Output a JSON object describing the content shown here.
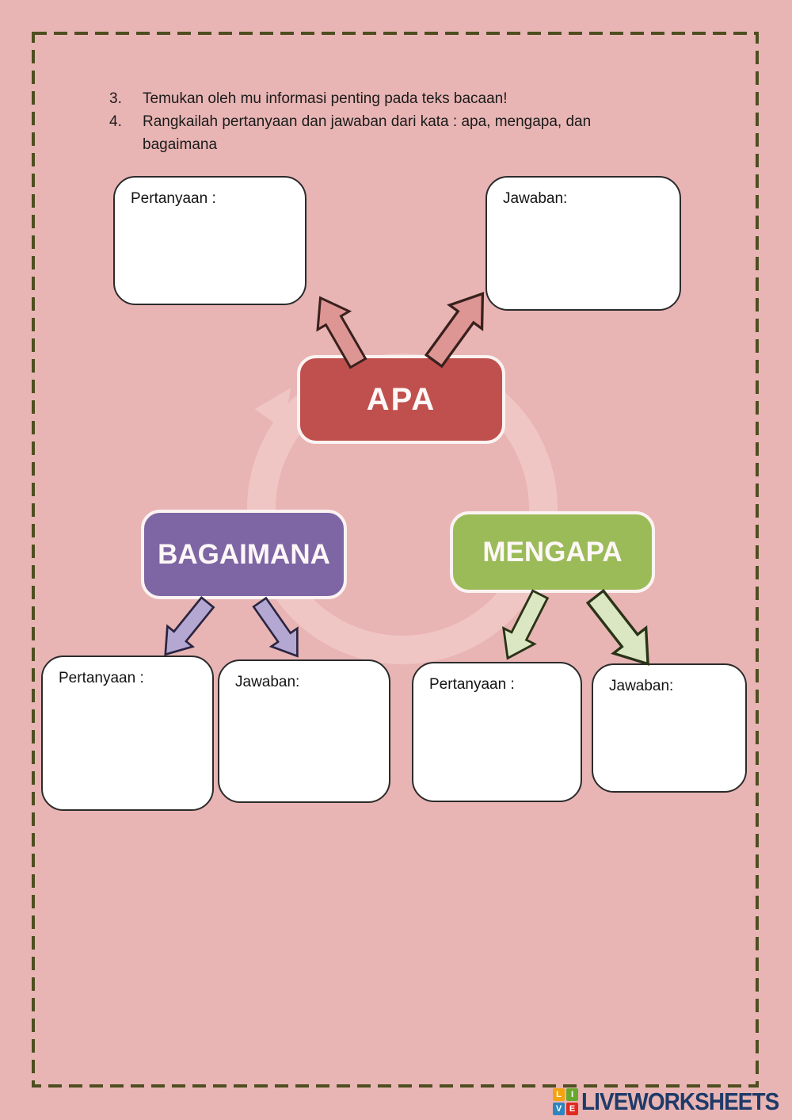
{
  "colors": {
    "background": "#e8b5b4",
    "frame": "#4e4e20",
    "ring": "#f0c6c5",
    "node_apa": "#c0504d",
    "node_bagaimana": "#7e66a4",
    "node_mengapa": "#9bbb59",
    "arrow_apa_fill": "#dd9693",
    "arrow_apa_stroke": "#39201d",
    "arrow_bagaimana_fill": "#b4a8d2",
    "arrow_bagaimana_stroke": "#2a2440",
    "arrow_mengapa_fill": "#dbe6c3",
    "arrow_mengapa_stroke": "#2a3317",
    "brand_text": "#1e3a68"
  },
  "instructions": {
    "items": [
      {
        "number": "3.",
        "lines": [
          "Temukan oleh mu informasi penting pada teks bacaan!"
        ]
      },
      {
        "number": "4.",
        "lines": [
          "Rangkailah pertanyaan  dan jawaban dari kata : apa, mengapa, dan",
          "bagaimana"
        ]
      }
    ]
  },
  "diagram": {
    "nodes": [
      {
        "id": "apa",
        "label": "APA",
        "color": "#c0504d"
      },
      {
        "id": "bagaimana",
        "label": "BAGAIMANA",
        "color": "#7e66a4"
      },
      {
        "id": "mengapa",
        "label": "MENGAPA",
        "color": "#9bbb59"
      }
    ],
    "boxes": [
      {
        "id": "apa-pertanyaan",
        "label": "Pertanyaan :"
      },
      {
        "id": "apa-jawaban",
        "label": "Jawaban:"
      },
      {
        "id": "bagaimana-pertanyaan",
        "label": "Pertanyaan :"
      },
      {
        "id": "bagaimana-jawaban",
        "label": "Jawaban:"
      },
      {
        "id": "mengapa-pertanyaan",
        "label": "Pertanyaan :"
      },
      {
        "id": "mengapa-jawaban",
        "label": "Jawaban:"
      }
    ]
  },
  "footer": {
    "logo_letters": [
      "L",
      "I",
      "V",
      "E"
    ],
    "logo_colors": [
      "#f2a30f",
      "#69a82f",
      "#2e86c1",
      "#e02b20"
    ],
    "brand": "LIVEWORKSHEETS"
  }
}
